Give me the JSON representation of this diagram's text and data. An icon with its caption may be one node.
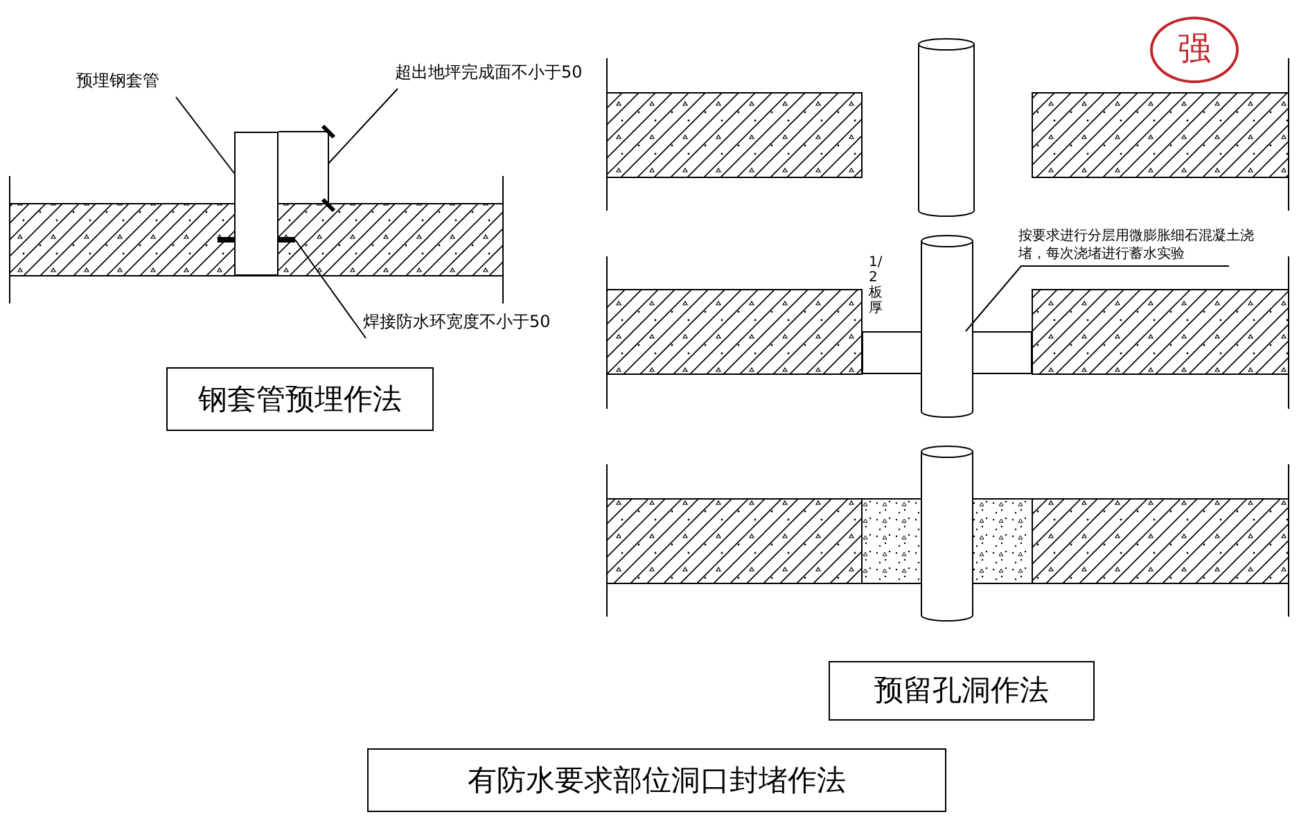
{
  "diagram": {
    "title": "有防水要求部位洞口封堵作法",
    "nodes": [
      {
        "text": [
          "预埋钢套管"
        ]
      },
      {
        "text": [],
        "shape": "box"
      },
      {
        "text": [
          "超出地坪完成面不小于50"
        ]
      },
      {
        "text": [
          "焊接防水环宽度不小于50"
        ]
      },
      {
        "text": [],
        "shape": "bar"
      },
      {
        "text": [
          "钢套管预埋作法"
        ]
      },
      {
        "text": [
          "强"
        ]
      },
      {
        "text": [
          "按要求进行分层用微膨胀细石混凝土浇堵，每次浇堵进行蓄水实验"
        ]
      },
      {
        "text": [],
        "shape": "box"
      },
      {
        "text": [
          "预留孔洞作法"
        ]
      }
    ],
    "edges": [
      {
        "from": 0,
        "to": 1,
        "arrow": "none"
      },
      {
        "from": 2,
        "to": null,
        "arrow": "none"
      },
      {
        "from": 3,
        "to": 4,
        "arrow": "none"
      },
      {
        "from": 7,
        "to": 8,
        "arrow": "none"
      }
    ],
    "labels": [
      "1/2板厚"
    ]
  }
}
